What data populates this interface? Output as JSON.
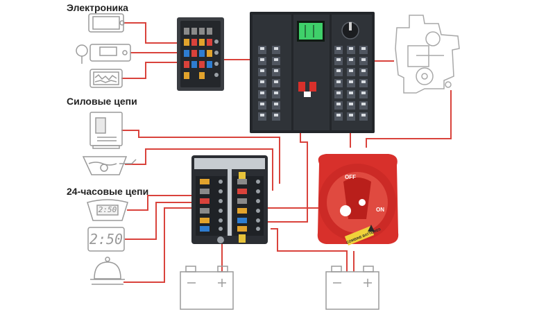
{
  "sections": {
    "electronics": "Электроника",
    "power": "Силовые цепи",
    "always_on": "24-часовые цепи"
  },
  "clock_text": "2:50",
  "gauge_clock_text": "2:50",
  "switch_labels": {
    "off": "OFF",
    "on": "ON",
    "combine": "COMBINE BATTERIES"
  },
  "icons": {
    "chartplotter": "chartplotter-icon",
    "vhf_radio": "vhf-radio-icon",
    "fishfinder": "fishfinder-icon",
    "inverter": "inverter-charger-icon",
    "bilge": "bilge-pump-icon",
    "gauge": "gauge-clock-icon",
    "clock": "digital-clock-icon",
    "bell": "alarm-bell-icon",
    "engine": "engine-icon",
    "battery": "battery-icon"
  },
  "colors": {
    "wire": "#d9423b",
    "line_art": "#9a9a9a",
    "switch_red": "#d8302b",
    "panel_dark": "#2c2f33"
  }
}
